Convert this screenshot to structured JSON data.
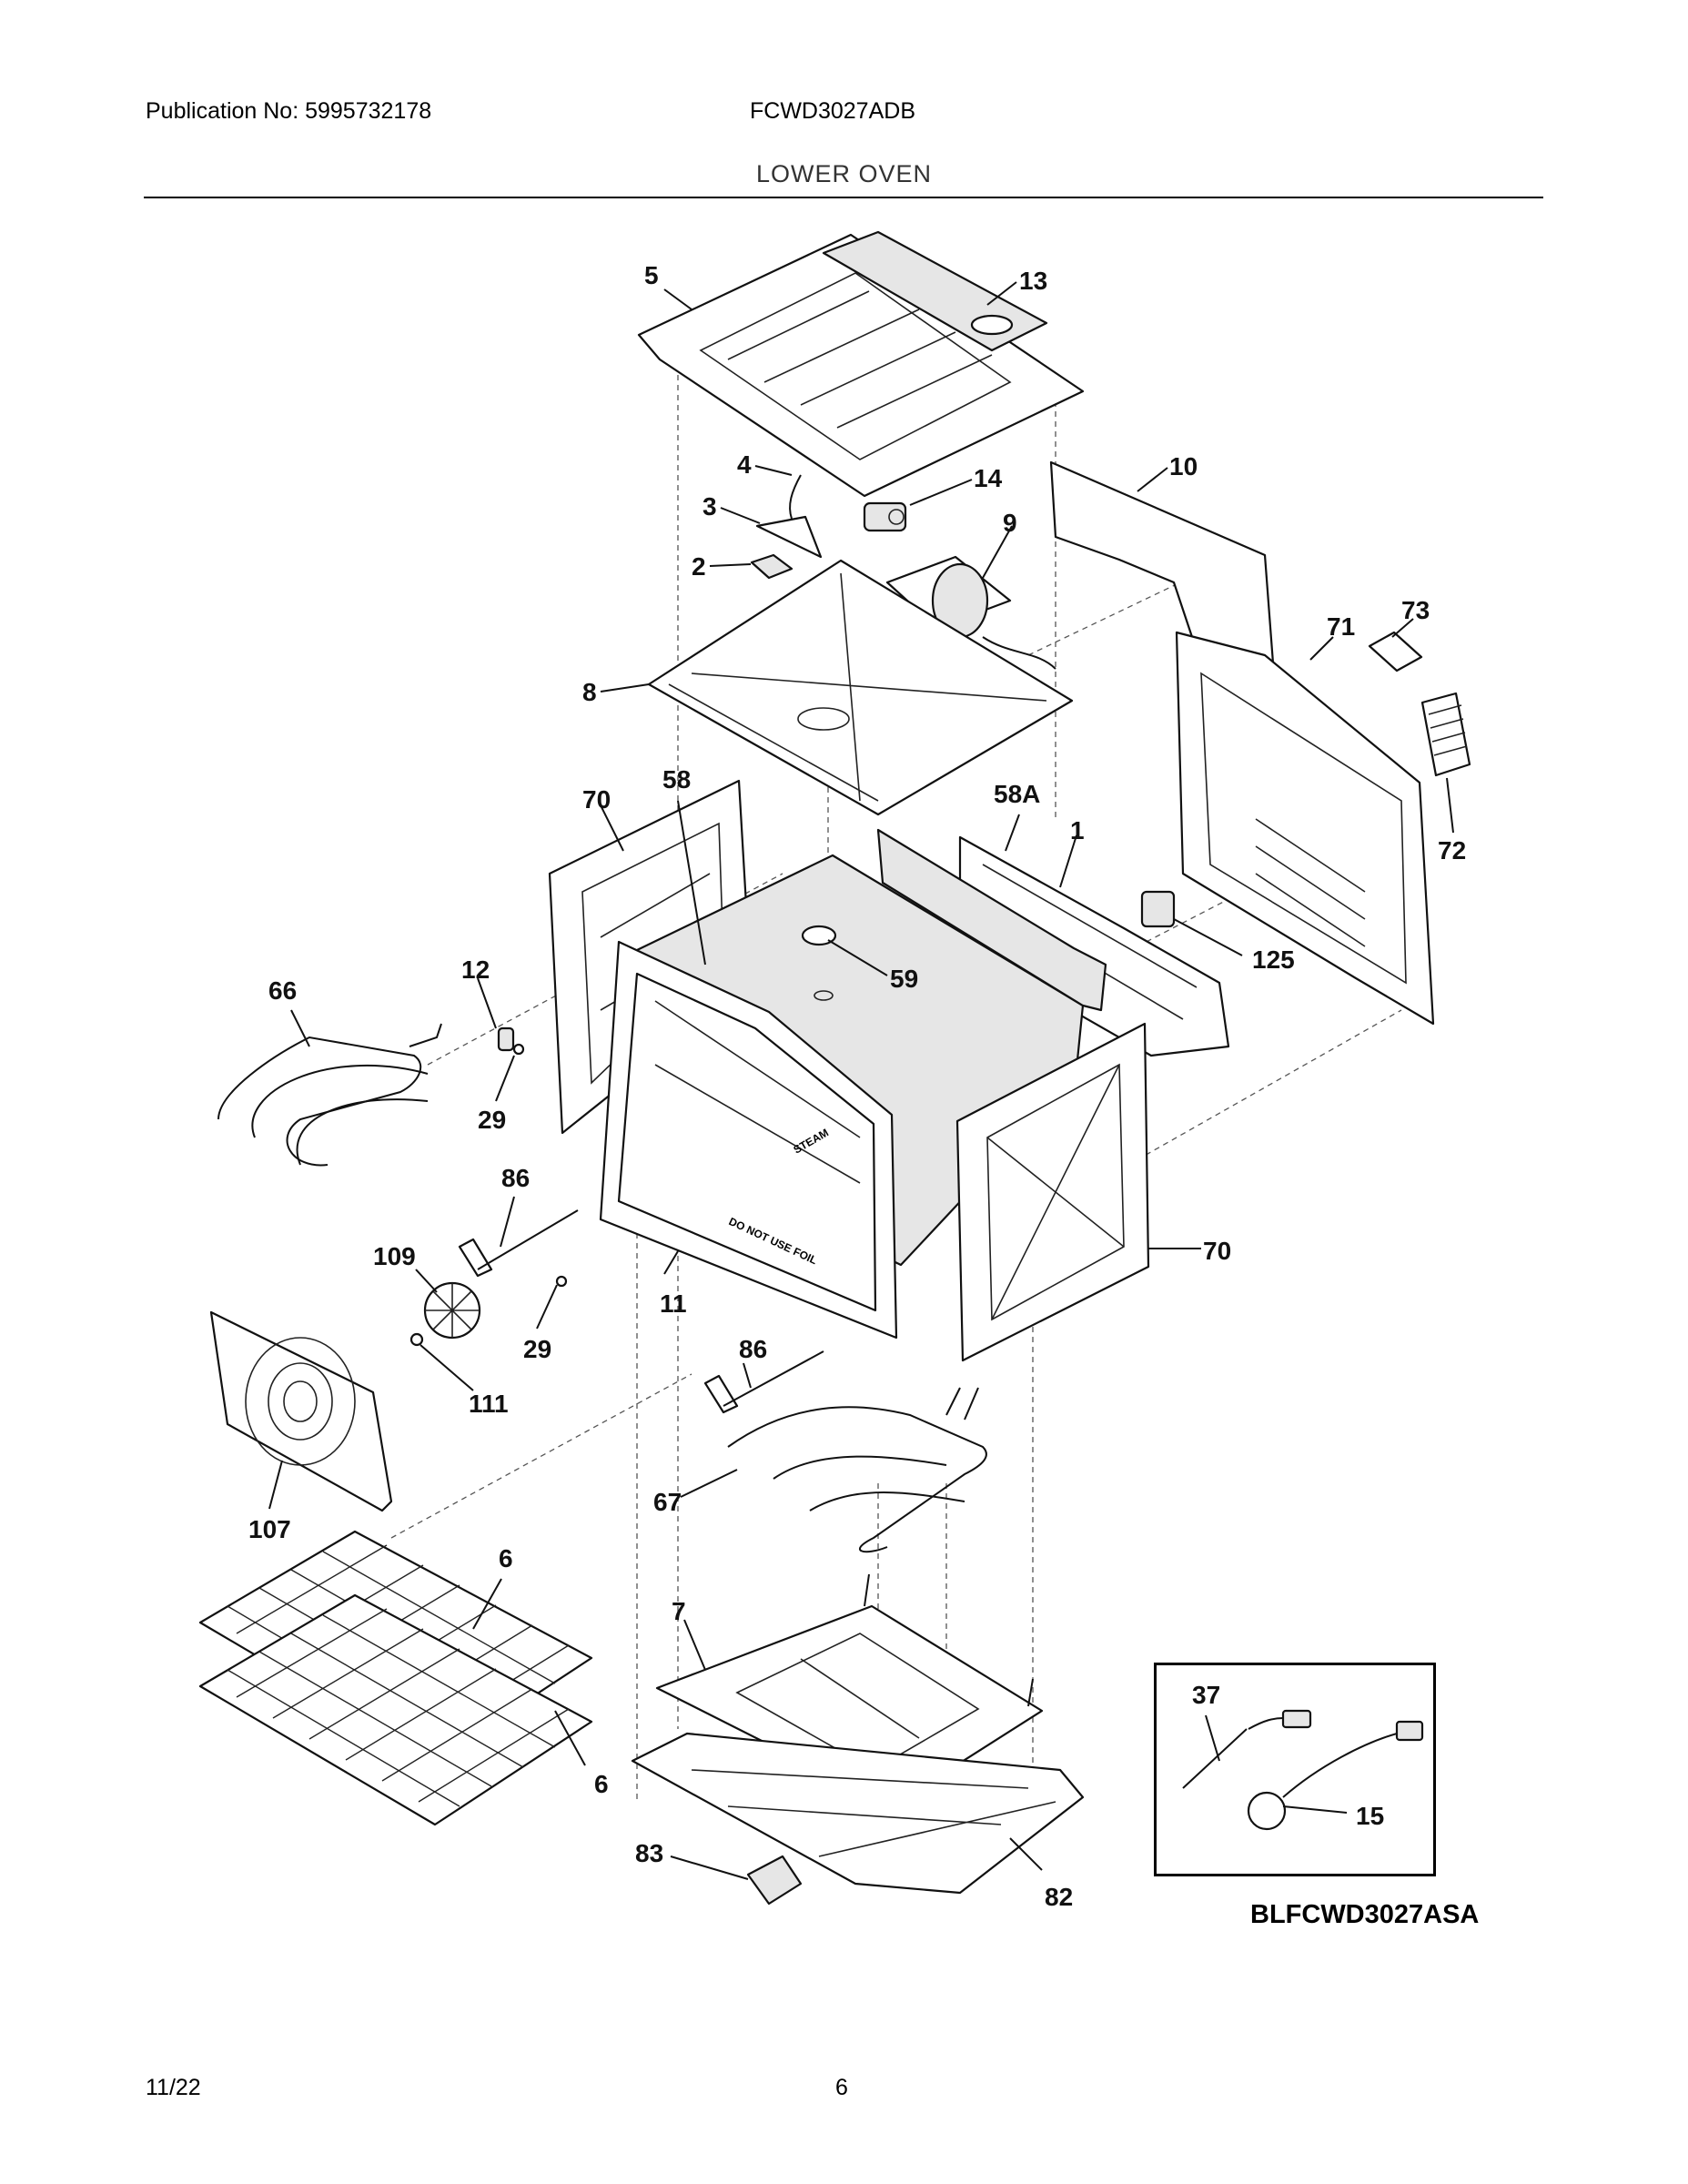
{
  "header": {
    "publication": "Publication No: 5995732178",
    "model": "FCWD3027ADB",
    "section": "LOWER OVEN"
  },
  "parts": [
    {
      "id": "p5",
      "label": "5"
    },
    {
      "id": "p13",
      "label": "13"
    },
    {
      "id": "p4",
      "label": "4"
    },
    {
      "id": "p14",
      "label": "14"
    },
    {
      "id": "p10",
      "label": "10"
    },
    {
      "id": "p3",
      "label": "3"
    },
    {
      "id": "p9",
      "label": "9"
    },
    {
      "id": "p2",
      "label": "2"
    },
    {
      "id": "p73",
      "label": "73"
    },
    {
      "id": "p71",
      "label": "71"
    },
    {
      "id": "p8",
      "label": "8"
    },
    {
      "id": "p58",
      "label": "58"
    },
    {
      "id": "p70a",
      "label": "70"
    },
    {
      "id": "p58A",
      "label": "58A"
    },
    {
      "id": "p1",
      "label": "1"
    },
    {
      "id": "p72",
      "label": "72"
    },
    {
      "id": "p12",
      "label": "12"
    },
    {
      "id": "p66",
      "label": "66"
    },
    {
      "id": "p59",
      "label": "59"
    },
    {
      "id": "p125",
      "label": "125"
    },
    {
      "id": "p29a",
      "label": "29"
    },
    {
      "id": "p86a",
      "label": "86"
    },
    {
      "id": "p109",
      "label": "109"
    },
    {
      "id": "p70b",
      "label": "70"
    },
    {
      "id": "p11",
      "label": "11"
    },
    {
      "id": "p29b",
      "label": "29"
    },
    {
      "id": "p86b",
      "label": "86"
    },
    {
      "id": "p111",
      "label": "111"
    },
    {
      "id": "p67",
      "label": "67"
    },
    {
      "id": "p107",
      "label": "107"
    },
    {
      "id": "p6a",
      "label": "6"
    },
    {
      "id": "p7",
      "label": "7"
    },
    {
      "id": "p37",
      "label": "37"
    },
    {
      "id": "p15",
      "label": "15"
    },
    {
      "id": "p6b",
      "label": "6"
    },
    {
      "id": "p83",
      "label": "83"
    },
    {
      "id": "p82",
      "label": "82"
    }
  ],
  "cavity_markings": {
    "steam": "STEAM",
    "foil": "DO NOT USE FOIL"
  },
  "inset_code": "BLFCWD3027ASA",
  "footer": {
    "date": "11/22",
    "page": "6"
  }
}
